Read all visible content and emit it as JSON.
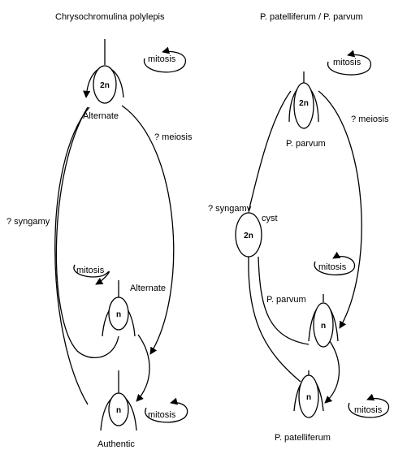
{
  "left_cycle": {
    "title": "Chrysochromulina polylepis",
    "top_cell": {
      "ploidy": "2n",
      "label": "Alternate"
    },
    "mid_cell": {
      "ploidy": "n",
      "label": "Alternate"
    },
    "bottom_cell": {
      "ploidy": "n",
      "label": "Authentic"
    },
    "mitosis_top": "mitosis",
    "mitosis_mid": "mitosis",
    "mitosis_bottom": "mitosis",
    "meiosis": "?  meiosis",
    "syngamy": "? syngamy"
  },
  "right_cycle": {
    "title": "P. patelliferum / P. parvum",
    "top_cell": {
      "ploidy": "2n",
      "label": "P. parvum"
    },
    "cyst_cell": {
      "ploidy": "2n",
      "label": "cyst"
    },
    "mid_cell": {
      "ploidy": "n",
      "label": "P. parvum"
    },
    "bottom_cell": {
      "ploidy": "n",
      "label": "P. patelliferum"
    },
    "mitosis_top": "mitosis",
    "mitosis_mid": "mitosis",
    "mitosis_bottom": "mitosis",
    "meiosis": "?  meiosis",
    "syngamy": "? syngamy"
  }
}
